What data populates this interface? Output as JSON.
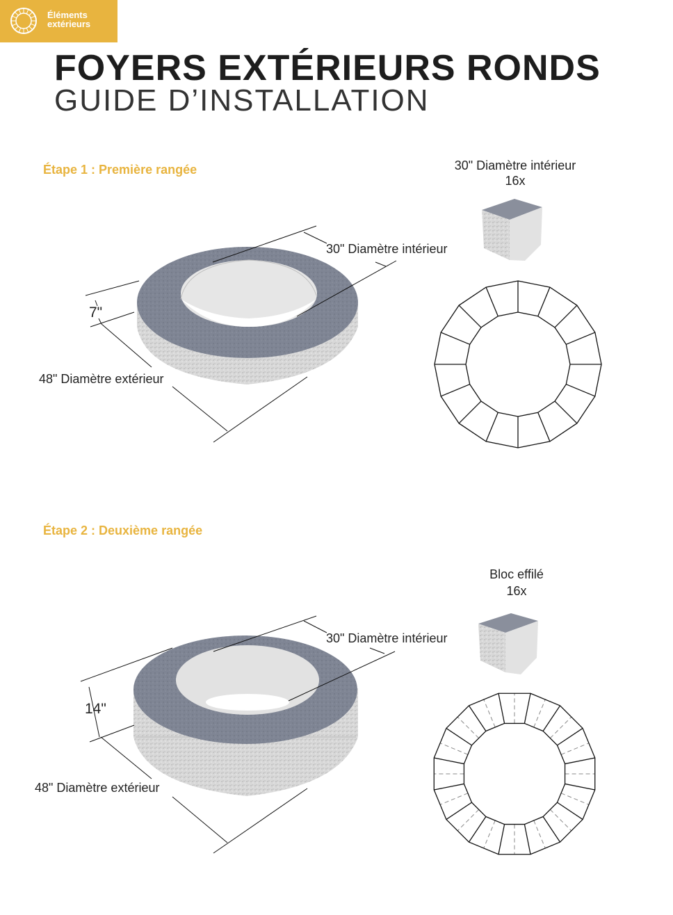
{
  "brand": {
    "line1": "Éléments",
    "line2": "extérieurs"
  },
  "header": {
    "title": "FOYERS EXTÉRIEURS RONDS",
    "subtitle": "GUIDE D’INSTALLATION"
  },
  "steps": [
    {
      "title": "Étape 1 : Première rangée",
      "height_label": "7\"",
      "inner_label": "30\" Diamètre intérieur",
      "outer_label": "48\" Diamètre extérieur",
      "block_name": "30\" Diamètre intérieur",
      "block_count": "16x"
    },
    {
      "title": "Étape 2 : Deuxième rangée",
      "height_label": "14\"",
      "inner_label": "30\" Diamètre intérieur",
      "outer_label": "48\" Diamètre extérieur",
      "block_name": "Bloc effilé",
      "block_count": "16x"
    }
  ],
  "colors": {
    "accent": "#e8b43f",
    "stone_top": "#7f8594",
    "stone_side": "#d6d6d6"
  }
}
